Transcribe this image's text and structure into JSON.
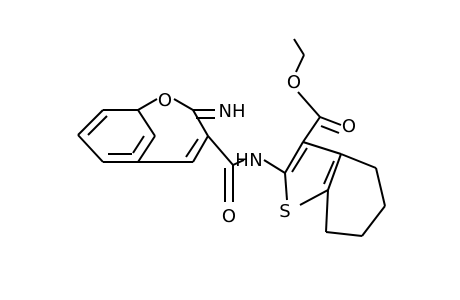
{
  "atoms": {
    "ring_oxygen": "O",
    "imine": "NH",
    "amide_nitrogen": "H",
    "amide_nitrogen_n": "N",
    "amide_oxygen": "O",
    "thiophene_sulfur": "S",
    "ester_carbonyl_oxygen": "O",
    "ester_ether_oxygen": "O"
  }
}
